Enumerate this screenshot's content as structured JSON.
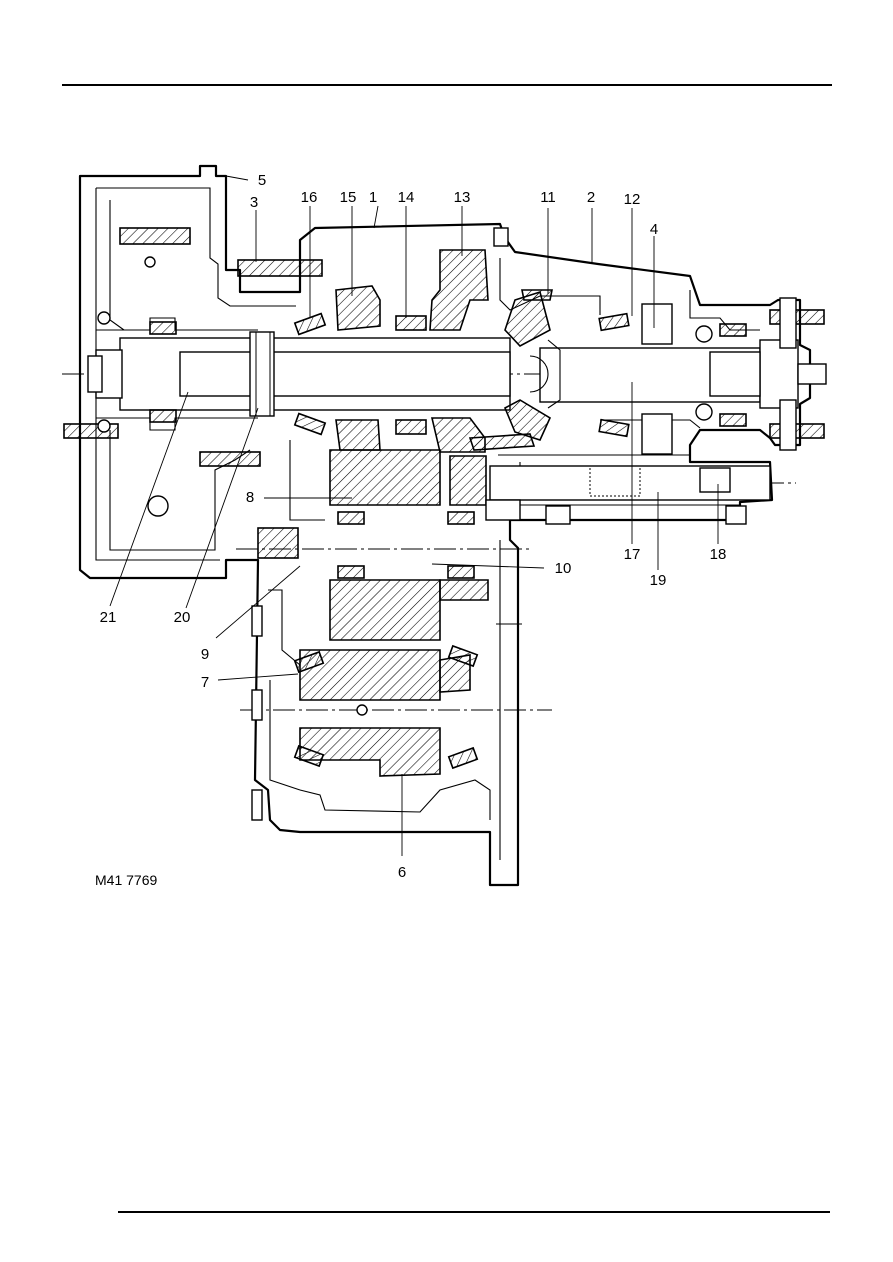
{
  "callouts": {
    "c1": "1",
    "c2": "2",
    "c3": "3",
    "c4": "4",
    "c5": "5",
    "c6": "6",
    "c7": "7",
    "c8": "8",
    "c9": "9",
    "c10": "10",
    "c11": "11",
    "c12": "12",
    "c13": "13",
    "c14": "14",
    "c15": "15",
    "c16": "16",
    "c17": "17",
    "c18": "18",
    "c19": "19",
    "c20": "20",
    "c21": "21"
  },
  "figure_ref": "M41 7769"
}
